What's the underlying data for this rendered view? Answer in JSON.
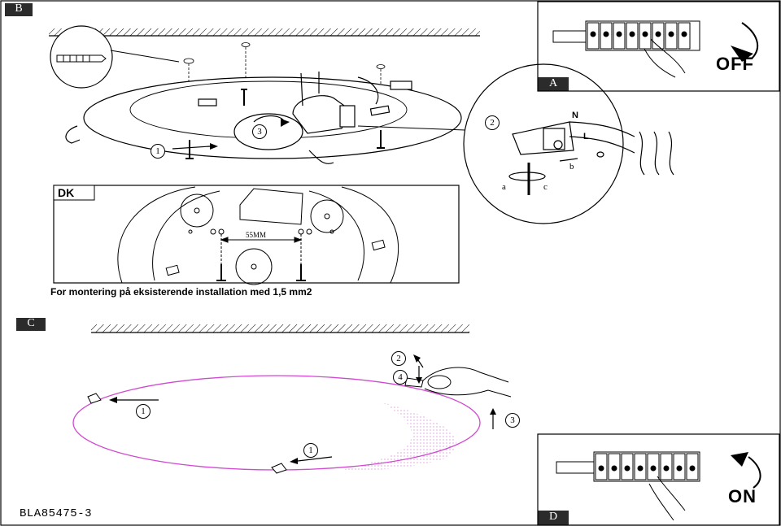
{
  "sections": {
    "b": "B",
    "c": "C",
    "a": "A",
    "d": "D"
  },
  "panel_a": {
    "state_label": "OFF"
  },
  "panel_d": {
    "state_label": "ON"
  },
  "dk": {
    "tag": "DK",
    "spacing_label": "55MM",
    "caption": "For montering på  eksisterende installation med 1,5 mm2"
  },
  "step_markers": {
    "b_1": "1",
    "b_2": "2",
    "b_3": "3",
    "c_1a": "1",
    "c_1b": "1",
    "c_2": "2",
    "c_3": "3",
    "c_4": "4"
  },
  "wiring": {
    "neutral": "N",
    "live": "L",
    "letter_a": "a",
    "letter_b": "b",
    "letter_c": "c"
  },
  "document_code": "BLA85475-3",
  "colors": {
    "line": "#000000",
    "tag_fill": "#2b2b2b",
    "shade_outline": "#d04ad0"
  }
}
